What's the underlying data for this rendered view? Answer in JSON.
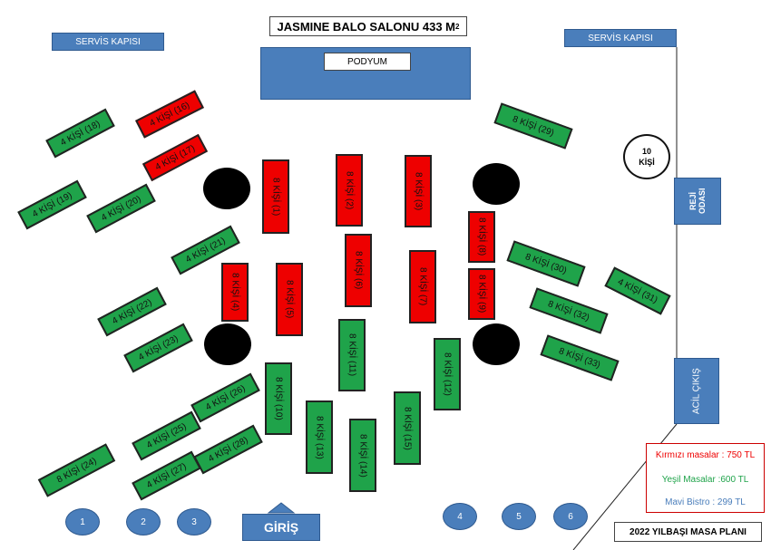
{
  "title": "JASMINE BALO SALONU 433 M",
  "title_sup": "2",
  "service_door_left": "SERVİS KAPISI",
  "service_door_right": "SERVİS KAPISI",
  "stage": "PODYUM",
  "capacity_circle": "10\nKİŞİ",
  "control_room": "REJİ\nODASI",
  "emergency_exit": "ACİL ÇIKIŞ",
  "entrance": "GİRİŞ",
  "plan_title": "2022 YILBAŞI MASA PLANI",
  "legend": {
    "red": "Kırmızı masalar : 750 TL",
    "green": "Yeşil Masalar :600 TL",
    "blue": "Mavi Bistro : 299 TL",
    "colors": {
      "red": "#ee0000",
      "green": "#1fa34a",
      "blue": "#4a7ebb"
    }
  },
  "tables": {
    "t1": "8 KİŞİ (1)",
    "t2": "8 KİŞİ (2)",
    "t3": "8 KİŞİ (3)",
    "t4": "8 KİŞİ (4)",
    "t5": "8 KİŞİ (5)",
    "t6": "8 KİŞİ (6)",
    "t7": "8 KİŞİ (7)",
    "t8": "8 KİŞİ (8)",
    "t9": "8 KİŞİ (9)",
    "t10": "8 KİŞİ (10)",
    "t11": "8 KİŞİ (11)",
    "t12": "8 KİŞİ (12)",
    "t13": "8 KİŞİ (13)",
    "t14": "8 KİŞİ (14)",
    "t15": "8 KİŞİ (15)",
    "t16": "4 KİŞİ (16)",
    "t17": "4 KİŞİ (17)",
    "t18": "4 KİŞİ (18)",
    "t19": "4 KİŞİ (19)",
    "t20": "4 KİŞİ (20)",
    "t21": "4 KİŞİ (21)",
    "t22": "4 KİŞİ (22)",
    "t23": "4 KİŞİ (23)",
    "t24": "8 KİŞİ (24)",
    "t25": "4 KİŞİ (25)",
    "t26": "4 KİŞİ (26)",
    "t27": "4 KİŞİ (27)",
    "t28": "4 KİŞİ (28)",
    "t29": "8 KİŞİ (29)",
    "t30": "8 KİŞİ (30)",
    "t31": "4 KİŞİ (31)",
    "t32": "8 KİŞİ (32)",
    "t33": "8 KİŞİ (33)"
  },
  "bistro": [
    "1",
    "2",
    "3",
    "4",
    "5",
    "6"
  ]
}
